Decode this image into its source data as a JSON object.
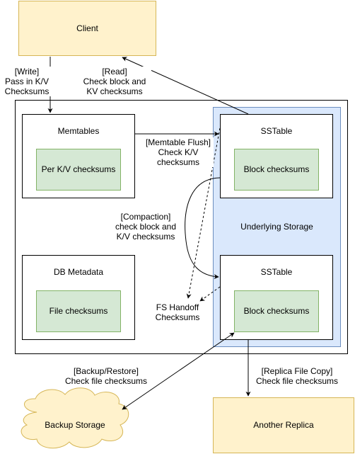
{
  "nodes": {
    "client": "Client",
    "memtables": "Memtables",
    "per_kv_checksums": "Per K/V checksums",
    "db_metadata": "DB Metadata",
    "file_checksums": "File checksums",
    "sstable_top": "SSTable",
    "block_checksums_top": "Block checksums",
    "underlying_storage": "Underlying Storage",
    "sstable_bottom": "SSTable",
    "block_checksums_bottom": "Block checksums",
    "backup_storage": "Backup Storage",
    "another_replica": "Another Replica"
  },
  "edges": {
    "write": "[Write]\nPass in K/V\nChecksums",
    "read": "[Read]\nCheck block and\nKV checksums",
    "memtable_flush": "[Memtable Flush]\nCheck K/V\nchecksums",
    "compaction": "[Compaction]\ncheck block and\nK/V checksums",
    "fs_handoff": "FS Handoff\nChecksums",
    "backup_restore": "[Backup/Restore]\nCheck file checksums",
    "replica_file_copy": "[Replica File Copy]\nCheck file checksums"
  },
  "colors": {
    "yellow_fill": "#fff2cc",
    "green_fill": "#d5e8d4",
    "blue_fill": "#dae8fc"
  }
}
